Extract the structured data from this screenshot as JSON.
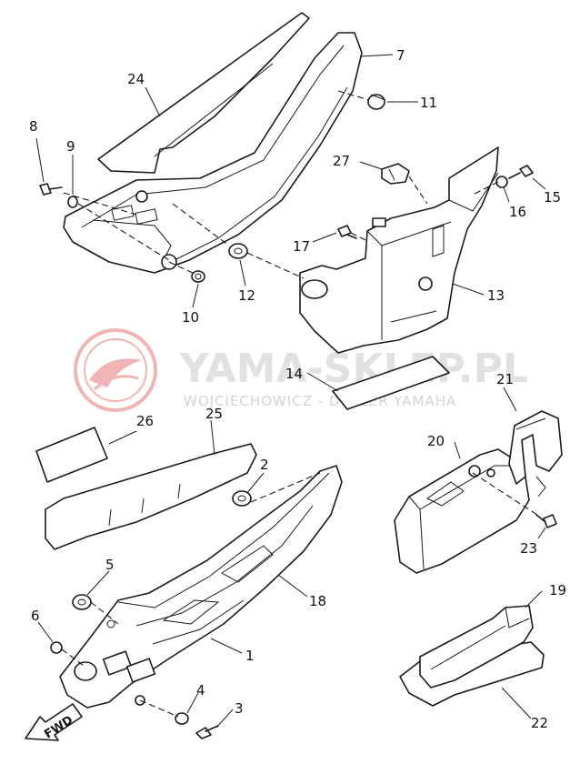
{
  "watermark": {
    "brand": "YAMA-SKLEP.PL",
    "tagline": "WOJCIECHOWICZ - DEALER YAMAHA",
    "logo_color": "#e05a5a"
  },
  "direction_marker": {
    "label": "FWD"
  },
  "callouts": {
    "p1": "1",
    "p2": "2",
    "p3": "3",
    "p4": "4",
    "p5": "5",
    "p6": "6",
    "p7": "7",
    "p8": "8",
    "p9": "9",
    "p10": "10",
    "p11": "11",
    "p12": "12",
    "p13": "13",
    "p14": "14",
    "p15": "15",
    "p16": "16",
    "p17": "17",
    "p18": "18",
    "p19": "19",
    "p20": "20",
    "p21": "21",
    "p22": "22",
    "p23": "23",
    "p24": "24",
    "p25": "25",
    "p26": "26",
    "p27": "27"
  }
}
